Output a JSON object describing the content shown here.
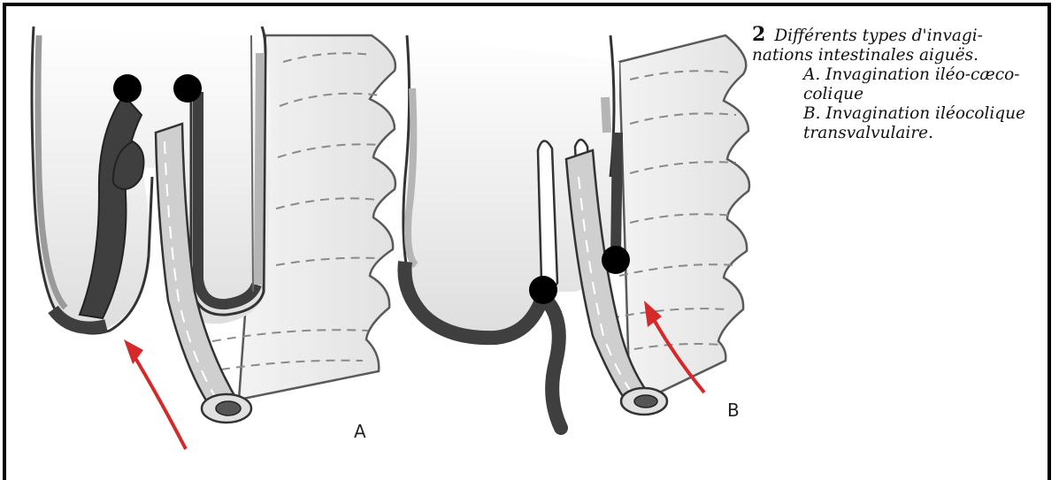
{
  "caption": {
    "number": "2",
    "title_line1": "Différents types d'invagi-",
    "title_line2": "nations intestinales aiguës.",
    "item_a_line1": "A. Invagination iléo-cæco-",
    "item_a_line2": "colique",
    "item_b_line1": "B. Invagination iléocolique",
    "item_b_line2": "transvalvulaire."
  },
  "panels": {
    "a_label": "A",
    "b_label": "B"
  },
  "colors": {
    "invaginated_segment": "#3f3f3f",
    "bowel_wall": "#b5b5b5",
    "mesentery": "#ececec",
    "arrow": "#d42a2a"
  }
}
